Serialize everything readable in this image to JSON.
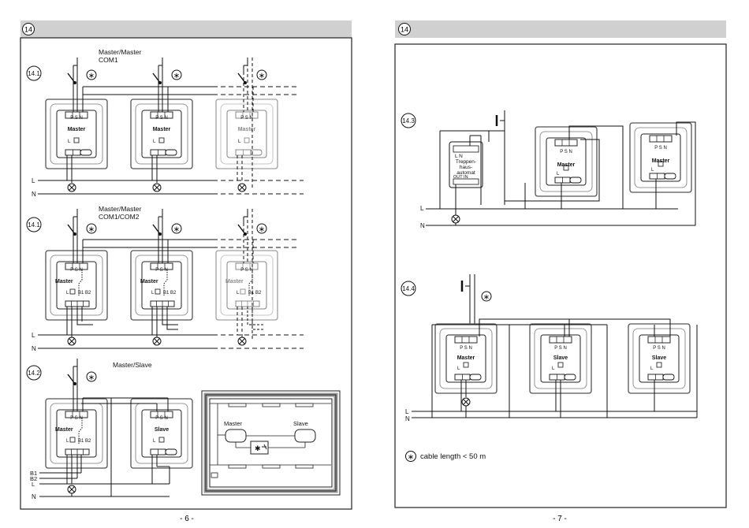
{
  "page_left": {
    "section_number": "14",
    "page_number": "- 6 -",
    "diagrams": {
      "d141a": {
        "label": "14.1",
        "title_lines": [
          "Master/Master",
          "COM1"
        ]
      },
      "d141b": {
        "label": "14.1",
        "title_lines": [
          "Master/Master",
          "COM1/COM2"
        ]
      },
      "d142": {
        "label": "14.2",
        "title_lines": [
          "Master/Slave"
        ]
      }
    },
    "device_texts": {
      "master": "Master",
      "slave": "Slave",
      "psn": "P S N",
      "l": "L",
      "b1b2": "B1 B2"
    },
    "wire_labels": {
      "L": "L",
      "N": "N",
      "B1": "B1",
      "B2": "B2"
    },
    "star_symbol": "∗",
    "building_plan": {
      "master": "Master",
      "slave": "Slave"
    }
  },
  "page_right": {
    "section_number": "14",
    "page_number": "- 7 -",
    "diagrams": {
      "d143": {
        "label": "14.3",
        "timer_lines": [
          "Treppen-",
          "haus-",
          "automat"
        ],
        "timer_terminals_top": "L   N",
        "timer_terminals_bottom": "OUT  IN"
      },
      "d144": {
        "label": "14.4"
      }
    },
    "legend": "cable length < 50 m"
  }
}
